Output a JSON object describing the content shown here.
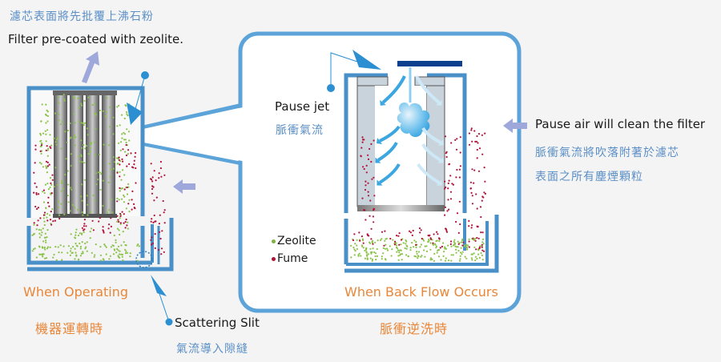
{
  "top_label": {
    "zh": "濾芯表面將先批覆上沸石粉",
    "en": "Filter pre-coated with zeolite."
  },
  "left_panel": {
    "title_en": "When Operating",
    "title_zh": "機器運轉時"
  },
  "scattering_slit": {
    "en": "Scattering Slit",
    "zh": "氣流導入隙縫"
  },
  "zoom_panel": {
    "pause_jet_en": "Pause jet",
    "pause_jet_zh": "脈衝氣流",
    "title_en": "When Back Flow Occurs",
    "title_zh": "脈衝逆洗時",
    "legend": [
      {
        "label": "Zeolite",
        "color": "#7cb342"
      },
      {
        "label": "Fume",
        "color": "#b0123a"
      }
    ]
  },
  "right_label": {
    "en": "Pause air will clean the filter",
    "zh_line1": "脈衝氣流將吹落附著於濾芯",
    "zh_line2": "表面之所有塵煙顆粒"
  },
  "colors": {
    "frame": "#5ba3d9",
    "frame_dark": "#2b7fc0",
    "arrow": "#9fa8da",
    "zeolite": "#8bc34a",
    "fume": "#b0123a",
    "accent_orange": "#e8873a",
    "jet_bar": "#0d3f8f"
  }
}
